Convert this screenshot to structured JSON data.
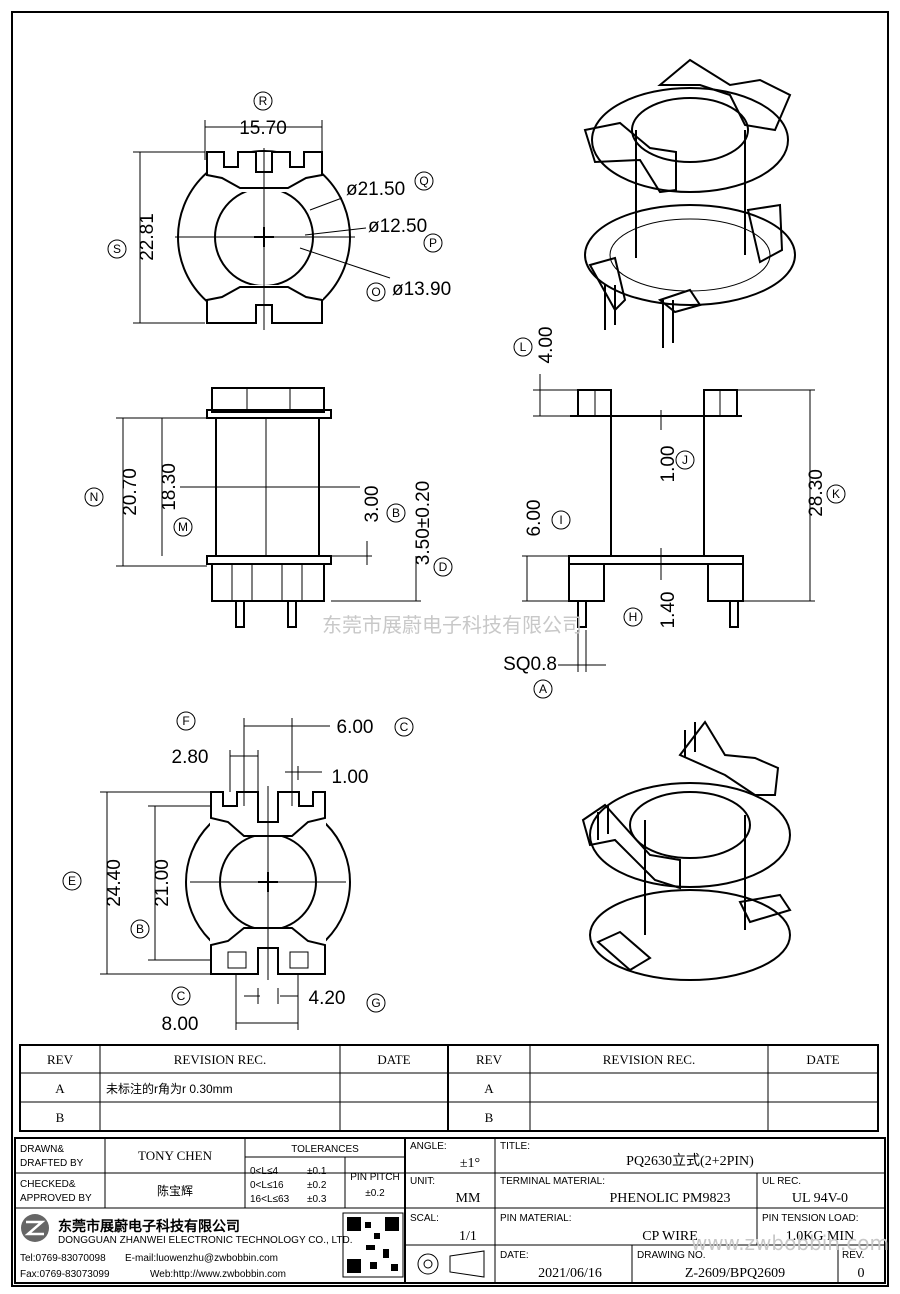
{
  "dimensions": {
    "top_view": {
      "width": "15.70",
      "height": "22.81",
      "d_outer": "ø21.50",
      "d_inner": "ø12.50",
      "d_mid": "ø13.90"
    },
    "front_view": {
      "h_total": "20.70",
      "h_inner": "18.30",
      "h_flange": "3.00",
      "h_base": "3.50±0.20"
    },
    "side_view": {
      "top": "4.00",
      "wall": "1.00",
      "h_total": "28.30",
      "h_base": "6.00",
      "pin": "1.40",
      "pin_sq": "SQ0.8"
    },
    "bottom_view": {
      "pin_c": "6.00",
      "pin_f": "2.80",
      "pin_w": "1.00",
      "h_outer": "24.40",
      "h_inner": "21.00",
      "bottom_w": "8.00",
      "bottom_g": "4.20"
    }
  },
  "callouts": {
    "R": "R",
    "S": "S",
    "Q": "Q",
    "P": "P",
    "O": "O",
    "N": "N",
    "M": "M",
    "B": "B",
    "D": "D",
    "L": "L",
    "J": "J",
    "K": "K",
    "I": "I",
    "H": "H",
    "A": "A",
    "F": "F",
    "C": "C",
    "E": "E",
    "G": "G"
  },
  "watermark": "东莞市展蔚电子科技有限公司",
  "watermark2": "www.zwbobbin.com",
  "revision_table": {
    "headers": [
      "REV",
      "REVISION REC.",
      "DATE",
      "REV",
      "REVISION REC.",
      "DATE"
    ],
    "rows": [
      {
        "rev": "A",
        "rec": "未标注的r角为r 0.30mm",
        "date": "",
        "rev2": "A",
        "rec2": "",
        "date2": ""
      },
      {
        "rev": "B",
        "rec": "",
        "date": "",
        "rev2": "B",
        "rec2": "",
        "date2": ""
      }
    ]
  },
  "title_block": {
    "drawn_label": "DRAWN&\nDRAFTED BY",
    "drawn_l1": "DRAWN&",
    "drawn_l2": "DRAFTED BY",
    "drawn_value": "TONY CHEN",
    "checked_l1": "CHECKED&",
    "checked_l2": "APPROVED BY",
    "checked_value": "陈宝辉",
    "tolerances_label": "TOLERANCES",
    "tol_rows": [
      {
        "range": "0<L≤4",
        "val": "±0.1"
      },
      {
        "range": "0<L≤16",
        "val": "±0.2"
      },
      {
        "range": "16<L≤63",
        "val": "±0.3"
      }
    ],
    "pin_pitch_l1": "PIN PITCH",
    "pin_pitch_val": "±0.2",
    "angle_label": "ANGLE:",
    "angle_value": "±1°",
    "unit_label": "UNIT:",
    "unit_value": "MM",
    "scale_label": "SCAL:",
    "scale_value": "1/1",
    "title_label": "TITLE:",
    "title_value": "PQ2630立式(2+2PIN)",
    "terminal_label": "TERMINAL MATERIAL:",
    "terminal_value": "PHENOLIC PM9823",
    "ul_label": "UL REC.",
    "ul_value": "UL 94V-0",
    "pin_material_label": "PIN MATERIAL:",
    "pin_material_value": "CP WIRE",
    "pin_tension_label": "PIN TENSION LOAD:",
    "pin_tension_value": "1.0KG MIN",
    "date_label": "DATE:",
    "date_value": "2021/06/16",
    "drawing_no_label": "DRAWING NO.",
    "drawing_no_value": "Z-2609/BPQ2609",
    "rev_label": "REV.",
    "rev_value": "0"
  },
  "company": {
    "name_cn": "东莞市展蔚电子科技有限公司",
    "name_en": "DONGGUAN ZHANWEI ELECTRONIC TECHNOLOGY CO., LTD.",
    "tel": "Tel:0769-83070098",
    "email": "E-mail:luowenzhu@zwbobbin.com",
    "fax": "Fax:0769-83073099",
    "web": "Web:http://www.zwbobbin.com"
  }
}
